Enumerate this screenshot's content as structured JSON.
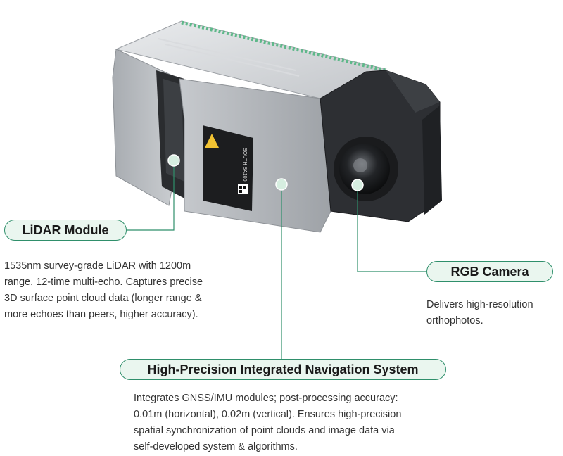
{
  "device": {
    "label_brand": "SOUTH SA100",
    "colors": {
      "body": "#b9bcc0",
      "dark": "#2a2c2f",
      "accent_strip": "#5fb88a",
      "connector_line": "#2f8f6b"
    }
  },
  "callouts": {
    "lidar": {
      "title": "LiDAR Module",
      "lines": [
        "1535nm survey-grade LiDAR with 1200m",
        "range, 12-time multi-echo. Captures precise",
        "3D surface point cloud data (longer range &",
        "more echoes than peers, higher accuracy)."
      ]
    },
    "camera": {
      "title": "RGB Camera",
      "lines": [
        "Delivers high-resolution",
        "orthophotos."
      ]
    },
    "navigation": {
      "title": "High-Precision Integrated Navigation System",
      "lines": [
        "Integrates GNSS/IMU modules; post-processing accuracy:",
        "0.01m (horizontal), 0.02m (vertical). Ensures high-precision",
        "spatial synchronization of point clouds and image data via",
        "self-developed system & algorithms."
      ]
    }
  }
}
